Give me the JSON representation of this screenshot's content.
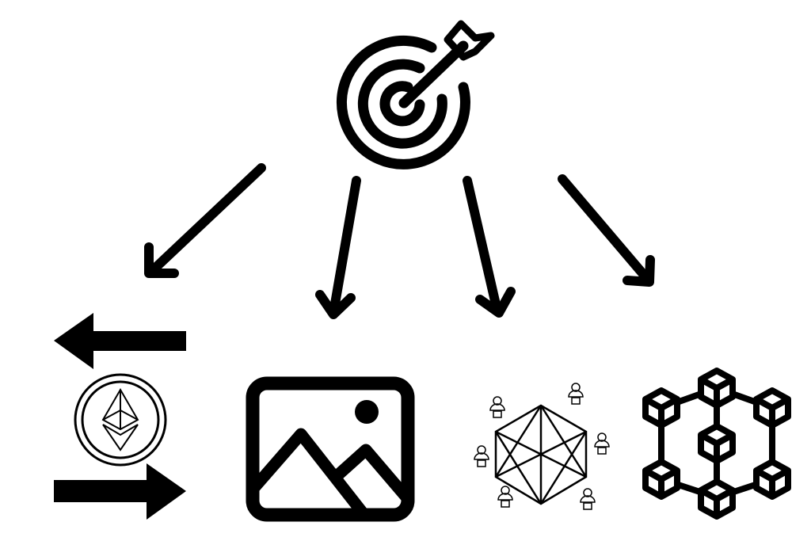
{
  "diagram": {
    "background": "#ffffff",
    "ink": "#000000",
    "root": {
      "icon": "target-with-dart-icon"
    },
    "connectors": [
      "arrow-down-left",
      "arrow-down-slight-left",
      "arrow-down-slight-right",
      "arrow-down-right"
    ],
    "children": [
      {
        "icon": "ethereum-exchange-icon"
      },
      {
        "icon": "image-nft-icon"
      },
      {
        "icon": "decentralized-network-icon"
      },
      {
        "icon": "blockchain-icon"
      }
    ]
  }
}
